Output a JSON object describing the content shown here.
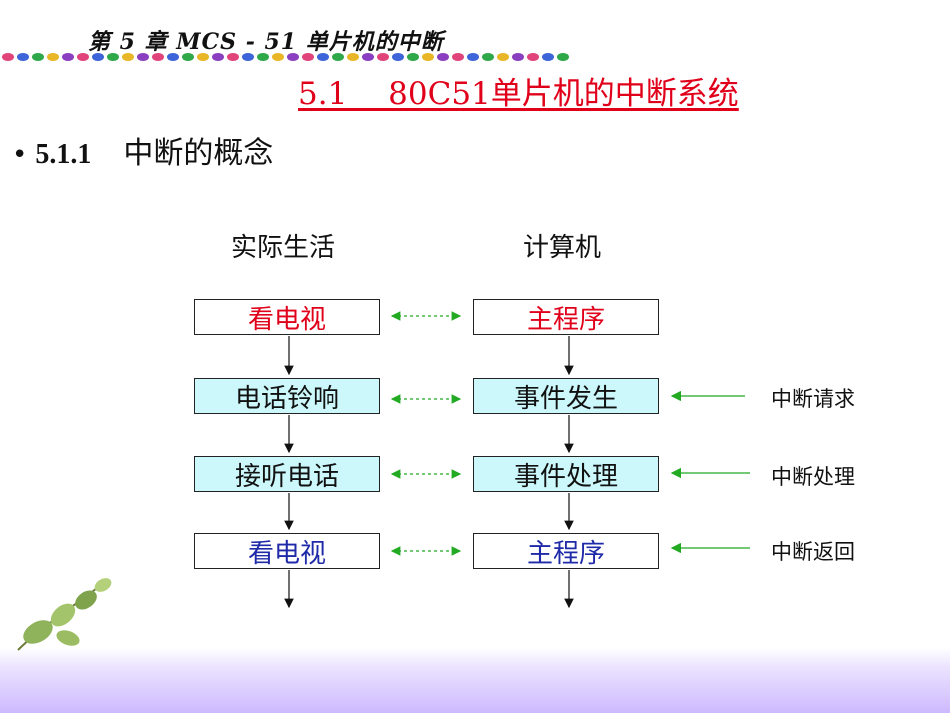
{
  "header": {
    "chapter_title": "第 5 章 MCS - 51 单片机的中断",
    "dot_colors": [
      "#e0447a",
      "#3d64d8",
      "#2fa84a",
      "#e8b626",
      "#8a3fc0"
    ]
  },
  "section": {
    "title": "5.1　 80C51单片机的中断系统",
    "color": "#e0001a"
  },
  "bullet": {
    "symbol": "•",
    "number": "5.1.1",
    "text": "中断的概念"
  },
  "diagram": {
    "left_header": "实际生活",
    "right_header": "计算机",
    "left_boxes": [
      "看电视",
      "电话铃响",
      "接听电话",
      "看电视"
    ],
    "right_boxes": [
      "主程序",
      "事件发生",
      "事件处理",
      "主程序"
    ],
    "side_labels": [
      "中断请求",
      "中断处理",
      "中断返回"
    ],
    "colors": {
      "box_fill": "#ccf7fb",
      "title_red": "#e0001a",
      "return_blue": "#1f2aa8",
      "dashed_arrow": "#22aa22",
      "label_arrow": "#22aa22"
    }
  }
}
